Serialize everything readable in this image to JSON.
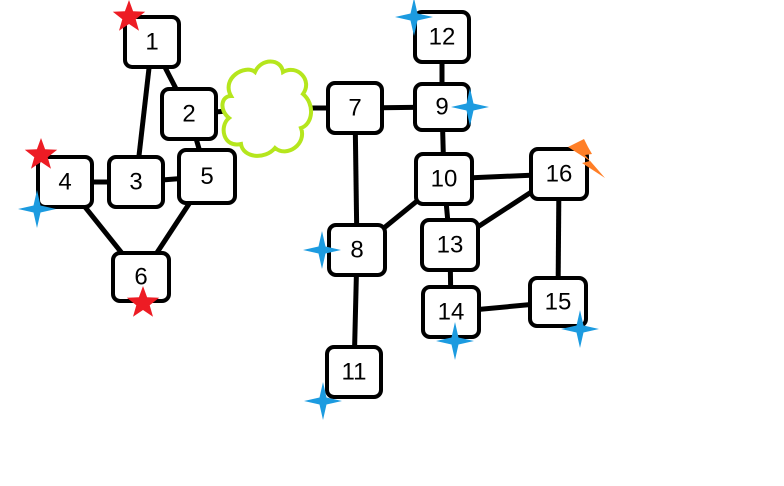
{
  "colors": {
    "node_border": "#000000",
    "node_fill": "#ffffff",
    "edge": "#000000",
    "star_red": "#ed1c24",
    "star_blue": "#1c9be0",
    "cloud": "#b5e61d",
    "bolt": "#ff7f27"
  },
  "nodes": [
    {
      "id": "1",
      "label": "1"
    },
    {
      "id": "2",
      "label": "2"
    },
    {
      "id": "3",
      "label": "3"
    },
    {
      "id": "4",
      "label": "4"
    },
    {
      "id": "5",
      "label": "5"
    },
    {
      "id": "6",
      "label": "6"
    },
    {
      "id": "7",
      "label": "7"
    },
    {
      "id": "8",
      "label": "8"
    },
    {
      "id": "9",
      "label": "9"
    },
    {
      "id": "10",
      "label": "10"
    },
    {
      "id": "11",
      "label": "11"
    },
    {
      "id": "12",
      "label": "12"
    },
    {
      "id": "13",
      "label": "13"
    },
    {
      "id": "14",
      "label": "14"
    },
    {
      "id": "15",
      "label": "15"
    },
    {
      "id": "16",
      "label": "16"
    }
  ],
  "edges": [
    [
      "1",
      "2"
    ],
    [
      "1",
      "3"
    ],
    [
      "2",
      "5"
    ],
    [
      "3",
      "4"
    ],
    [
      "3",
      "5"
    ],
    [
      "4",
      "6"
    ],
    [
      "5",
      "6"
    ],
    [
      "2",
      "cloud"
    ],
    [
      "cloud",
      "7"
    ],
    [
      "7",
      "9"
    ],
    [
      "7",
      "8"
    ],
    [
      "8",
      "10"
    ],
    [
      "8",
      "11"
    ],
    [
      "9",
      "12"
    ],
    [
      "9",
      "10"
    ],
    [
      "10",
      "16"
    ],
    [
      "10",
      "13"
    ],
    [
      "13",
      "16"
    ],
    [
      "13",
      "14"
    ],
    [
      "14",
      "15"
    ],
    [
      "15",
      "16"
    ]
  ],
  "markers": [
    {
      "node": "1",
      "type": "red-star"
    },
    {
      "node": "4",
      "type": "red-star"
    },
    {
      "node": "4",
      "type": "blue-star"
    },
    {
      "node": "6",
      "type": "red-star"
    },
    {
      "node": "12",
      "type": "blue-star"
    },
    {
      "node": "9",
      "type": "blue-star"
    },
    {
      "node": "8",
      "type": "blue-star"
    },
    {
      "node": "11",
      "type": "blue-star"
    },
    {
      "node": "14",
      "type": "blue-star"
    },
    {
      "node": "15",
      "type": "blue-star"
    },
    {
      "node": "16",
      "type": "lightning-bolt"
    }
  ],
  "cloud": {
    "between": [
      "2",
      "7"
    ]
  }
}
